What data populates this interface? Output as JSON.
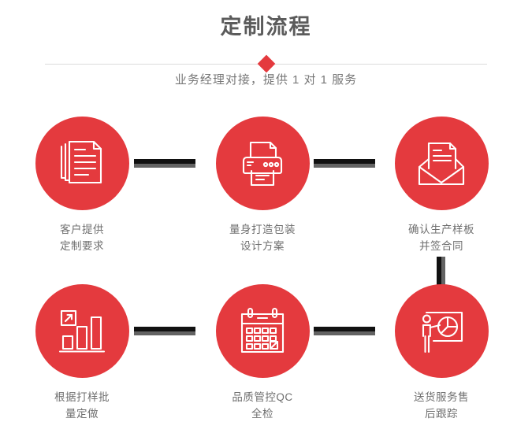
{
  "header": {
    "title": "定制流程",
    "subtitle": "业务经理对接，提供 1 对 1 服务",
    "diamond_icon": "diamond-marker",
    "accent_color": "#e43a3e",
    "title_color": "#5b5b5b",
    "subtitle_color": "#777777",
    "divider_color": "#dcdcdc"
  },
  "flow": {
    "connector_dark_color": "#111111",
    "connector_shade_color": "#636363",
    "circle_color": "#e43a3e",
    "label_color": "#6f6f6f",
    "steps": [
      {
        "index": 1,
        "icon": "documents-stack-icon",
        "label": "客户提供\n定制要求"
      },
      {
        "index": 2,
        "icon": "printer-icon",
        "label": "量身打造包装\n设计方案"
      },
      {
        "index": 3,
        "icon": "envelope-open-letter-icon",
        "label": "确认生产样板\n并签合同"
      },
      {
        "index": 4,
        "icon": "bar-chart-growth-icon",
        "label": "根据打样批\n量定做"
      },
      {
        "index": 5,
        "icon": "calendar-check-icon",
        "label": "品质管控QC\n全检"
      },
      {
        "index": 6,
        "icon": "presenter-pie-chart-icon",
        "label": "送货服务售\n后跟踪"
      }
    ],
    "connectors": [
      {
        "id": 1,
        "orientation": "horizontal",
        "from": 1,
        "to": 2
      },
      {
        "id": 2,
        "orientation": "horizontal",
        "from": 2,
        "to": 3
      },
      {
        "id": 3,
        "orientation": "vertical",
        "from": 3,
        "to": 6
      },
      {
        "id": 4,
        "orientation": "horizontal",
        "from": 4,
        "to": 5
      },
      {
        "id": 5,
        "orientation": "horizontal",
        "from": 5,
        "to": 6
      }
    ]
  }
}
